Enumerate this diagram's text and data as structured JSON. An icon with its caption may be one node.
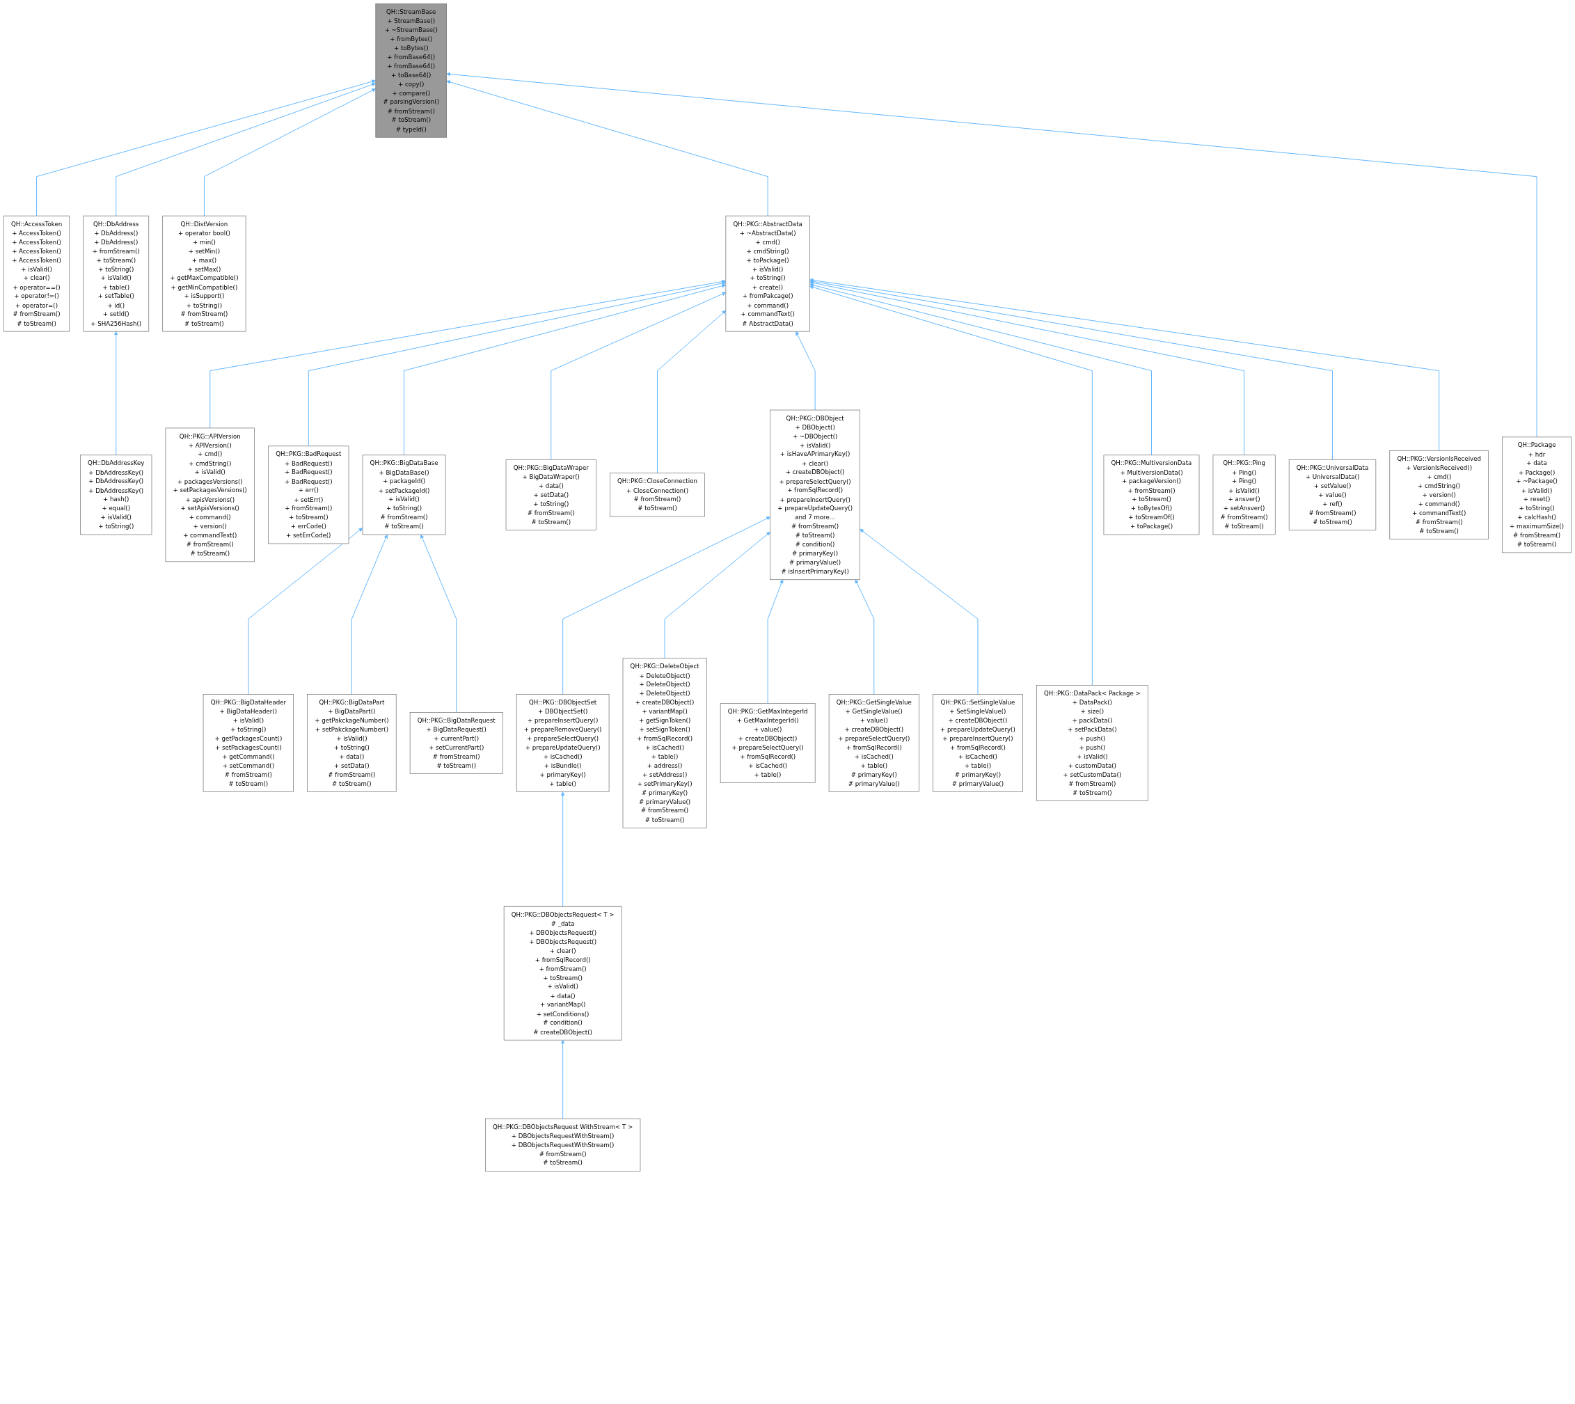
{
  "diagram": {
    "nodes": [
      {
        "text": [
          "QH::StreamBase",
          "+ StreamBase()",
          "+ ~StreamBase()",
          "+ fromBytes()",
          "+ toBytes()",
          "+ fromBase64()",
          "+ fromBase64()",
          "+ toBase64()",
          "+ copy()",
          "+ compare()",
          "# parsingVersion()",
          "# fromStream()",
          "# toStream()",
          "# typeId()"
        ]
      },
      {
        "text": [
          "QH::AccessToken",
          "+ AccessToken()",
          "+ AccessToken()",
          "+ AccessToken()",
          "+ AccessToken()",
          "+ isValid()",
          "+ clear()",
          "+ operator==()",
          "+ operator!=()",
          "+ operator=()",
          "# fromStream()",
          "# toStream()"
        ]
      },
      {
        "text": [
          "QH::DbAddress",
          "+ DbAddress()",
          "+ DbAddress()",
          "+ fromStream()",
          "+ toStream()",
          "+ toString()",
          "+ isValid()",
          "+ table()",
          "+ setTable()",
          "+ id()",
          "+ setId()",
          "+ SHA256Hash()"
        ]
      },
      {
        "text": [
          "QH::DistVersion",
          "+ operator bool()",
          "+ min()",
          "+ setMin()",
          "+ max()",
          "+ setMax()",
          "+ getMaxCompatible()",
          "+ getMinCompatible()",
          "+ isSupport()",
          "+ toString()",
          "# fromStream()",
          "# toStream()"
        ]
      },
      {
        "text": [
          "QH::PKG::AbstractData",
          "+ ~AbstractData()",
          "+ cmd()",
          "+ cmdString()",
          "+ toPackage()",
          "+ isValid()",
          "+ toString()",
          "+ create()",
          "+ fromPakcage()",
          "+ command()",
          "+ commandText()",
          "# AbstractData()"
        ]
      },
      {
        "text": [
          "QH::Package",
          "+ hdr",
          "+ data",
          "+ Package()",
          "+ ~Package()",
          "+ isValid()",
          "+ reset()",
          "+ toString()",
          "+ calcHash()",
          "+ maximumSize()",
          "# fromStream()",
          "# toStream()"
        ]
      },
      {
        "text": [
          "QH::DbAddressKey",
          "+ DbAddressKey()",
          "+ DbAddressKey()",
          "+ DbAddressKey()",
          "+ hash()",
          "+ equal()",
          "+ isValid()",
          "+ toString()"
        ]
      },
      {
        "text": [
          "QH::PKG::APIVersion",
          "+ APIVersion()",
          "+ cmd()",
          "+ cmdString()",
          "+ isValid()",
          "+ packagesVersions()",
          "+ setPackagesVersions()",
          "+ apisVersions()",
          "+ setApisVersions()",
          "+ command()",
          "+ version()",
          "+ commandText()",
          "# fromStream()",
          "# toStream()"
        ]
      },
      {
        "text": [
          "QH::PKG::BadRequest",
          "+ BadRequest()",
          "+ BadRequest()",
          "+ BadRequest()",
          "+ err()",
          "+ setErr()",
          "+ fromStream()",
          "+ toStream()",
          "+ errCode()",
          "+ setErrCode()"
        ]
      },
      {
        "text": [
          "QH::PKG::BigDataBase",
          "+ BigDataBase()",
          "+ packageId()",
          "+ setPackageId()",
          "+ isValid()",
          "+ toString()",
          "# fromStream()",
          "# toStream()"
        ]
      },
      {
        "text": [
          "QH::PKG::BigDataWraper",
          "+ BigDataWraper()",
          "+ data()",
          "+ setData()",
          "+ toString()",
          "# fromStream()",
          "# toStream()"
        ]
      },
      {
        "text": [
          "QH::PKG::CloseConnection",
          "+ CloseConnection()",
          "# fromStream()",
          "# toStream()"
        ]
      },
      {
        "text": [
          "QH::PKG::DBObject",
          "+ DBObject()",
          "+ ~DBObject()",
          "+ isValid()",
          "+ isHaveAPrimaryKey()",
          "+ clear()",
          "+ createDBObject()",
          "+ prepareSelectQuery()",
          "+ fromSqlRecord()",
          "+ prepareInsertQuery()",
          "+ prepareUpdateQuery()",
          "and 7 more...",
          "# fromStream()",
          "# toStream()",
          "# condition()",
          "# primaryKey()",
          "# primaryValue()",
          "# isInsertPrimaryKey()"
        ]
      },
      {
        "text": [
          "QH::PKG::DataPack< Package >",
          "+ DataPack()",
          "+ size()",
          "+ packData()",
          "+ setPackData()",
          "+ push()",
          "+ push()",
          "+ isValid()",
          "+ customData()",
          "+ setCustomData()",
          "# fromStream()",
          "# toStream()"
        ]
      },
      {
        "text": [
          "QH::PKG::MultiversionData",
          "+ MultiversionData()",
          "+ packageVersion()",
          "+ fromStream()",
          "+ toStream()",
          "+ toBytesOf()",
          "+ toStreamOf()",
          "+ toPackage()"
        ]
      },
      {
        "text": [
          "QH::PKG::Ping",
          "+ Ping()",
          "+ Ping()",
          "+ isValid()",
          "+ ansver()",
          "+ setAnsver()",
          "# fromStream()",
          "# toStream()"
        ]
      },
      {
        "text": [
          "QH::PKG::UniversalData",
          "+ UniversalData()",
          "+ setValue()",
          "+ value()",
          "+ ref()",
          "# fromStream()",
          "# toStream()"
        ]
      },
      {
        "text": [
          "QH::PKG::VersionIsReceived",
          "+ VersionIsReceived()",
          "+ cmd()",
          "+ cmdString()",
          "+ version()",
          "+ command()",
          "+ commandText()",
          "# fromStream()",
          "# toStream()"
        ]
      },
      {
        "text": [
          "QH::PKG::BigDataHeader",
          "+ BigDataHeader()",
          "+ isValid()",
          "+ toString()",
          "+ getPackagesCount()",
          "+ setPackagesCount()",
          "+ getCommand()",
          "+ setCommand()",
          "# fromStream()",
          "# toStream()"
        ]
      },
      {
        "text": [
          "QH::PKG::BigDataPart",
          "+ BigDataPart()",
          "+ getPakckageNumber()",
          "+ setPakckageNumber()",
          "+ isValid()",
          "+ toString()",
          "+ data()",
          "+ setData()",
          "# fromStream()",
          "# toStream()"
        ]
      },
      {
        "text": [
          "QH::PKG::BigDataRequest",
          "+ BigDataRequest()",
          "+ currentPart()",
          "+ setCurrentPart()",
          "# fromStream()",
          "# toStream()"
        ]
      },
      {
        "text": [
          "QH::PKG::DBObjectSet",
          "+ DBObjectSet()",
          "+ prepareInsertQuery()",
          "+ prepareRemoveQuery()",
          "+ prepareSelectQuery()",
          "+ prepareUpdateQuery()",
          "+ isCached()",
          "+ isBundle()",
          "+ primaryKey()",
          "+ table()"
        ]
      },
      {
        "text": [
          "QH::PKG::DeleteObject",
          "+ DeleteObject()",
          "+ DeleteObject()",
          "+ DeleteObject()",
          "+ createDBObject()",
          "+ variantMap()",
          "+ getSignToken()",
          "+ setSignToken()",
          "+ fromSqlRecord()",
          "+ isCached()",
          "+ table()",
          "+ address()",
          "+ setAddress()",
          "+ setPrimaryKey()",
          "# primaryKey()",
          "# primaryValue()",
          "# fromStream()",
          "# toStream()"
        ]
      },
      {
        "text": [
          "QH::PKG::GetMaxIntegerId",
          "+ GetMaxIntegerId()",
          "+ value()",
          "+ createDBObject()",
          "+ prepareSelectQuery()",
          "+ fromSqlRecord()",
          "+ isCached()",
          "+ table()"
        ]
      },
      {
        "text": [
          "QH::PKG::GetSingleValue",
          "+ GetSingleValue()",
          "+ value()",
          "+ createDBObject()",
          "+ prepareSelectQuery()",
          "+ fromSqlRecord()",
          "+ isCached()",
          "+ table()",
          "# primaryKey()",
          "# primaryValue()"
        ]
      },
      {
        "text": [
          "QH::PKG::SetSingleValue",
          "+ SetSingleValue()",
          "+ createDBObject()",
          "+ prepareUpdateQuery()",
          "+ prepareInsertQuery()",
          "+ fromSqlRecord()",
          "+ isCached()",
          "+ table()",
          "# primaryKey()",
          "# primaryValue()"
        ]
      },
      {
        "text": [
          "QH::PKG::DBObjectsRequest< T >",
          "# _data",
          "+ DBObjectsRequest()",
          "+ DBObjectsRequest()",
          "+ clear()",
          "+ fromSqlRecord()",
          "+ fromStream()",
          "+ toStream()",
          "+ isValid()",
          "+ data()",
          "+ variantMap()",
          "+ setConditions()",
          "# condition()",
          "# createDBObject()"
        ]
      },
      {
        "text": [
          "QH::PKG::DBObjectsRequest WithStream< T >",
          "+ DBObjectsRequestWithStream()",
          "+ DBObjectsRequestWithStream()",
          "# fromStream()",
          "# toStream()"
        ]
      }
    ],
    "edges": [
      {
        "from": 1,
        "to": 0,
        "arrow": "to"
      },
      {
        "from": 2,
        "to": 0,
        "arrow": "to"
      },
      {
        "from": 3,
        "to": 0,
        "arrow": "to"
      },
      {
        "from": 4,
        "to": 0,
        "arrow": "to"
      },
      {
        "from": 5,
        "to": 0,
        "arrow": "to"
      },
      {
        "from": 6,
        "to": 2,
        "arrow": "to"
      },
      {
        "from": 7,
        "to": 4,
        "arrow": "to"
      },
      {
        "from": 8,
        "to": 4,
        "arrow": "to"
      },
      {
        "from": 9,
        "to": 4,
        "arrow": "to"
      },
      {
        "from": 10,
        "to": 4,
        "arrow": "to"
      },
      {
        "from": 11,
        "to": 4,
        "arrow": "to"
      },
      {
        "from": 12,
        "to": 4,
        "arrow": "to"
      },
      {
        "from": 13,
        "to": 4,
        "arrow": "to"
      },
      {
        "from": 14,
        "to": 4,
        "arrow": "to"
      },
      {
        "from": 15,
        "to": 4,
        "arrow": "to"
      },
      {
        "from": 16,
        "to": 4,
        "arrow": "to"
      },
      {
        "from": 17,
        "to": 4,
        "arrow": "to"
      },
      {
        "from": 18,
        "to": 9,
        "arrow": "to"
      },
      {
        "from": 19,
        "to": 9,
        "arrow": "to"
      },
      {
        "from": 20,
        "to": 9,
        "arrow": "to"
      },
      {
        "from": 21,
        "to": 12,
        "arrow": "to"
      },
      {
        "from": 22,
        "to": 12,
        "arrow": "to"
      },
      {
        "from": 23,
        "to": 12,
        "arrow": "to"
      },
      {
        "from": 24,
        "to": 12,
        "arrow": "to"
      },
      {
        "from": 25,
        "to": 12,
        "arrow": "to"
      },
      {
        "from": 26,
        "to": 21,
        "arrow": "to"
      },
      {
        "from": 27,
        "to": 26,
        "arrow": "to"
      }
    ]
  }
}
